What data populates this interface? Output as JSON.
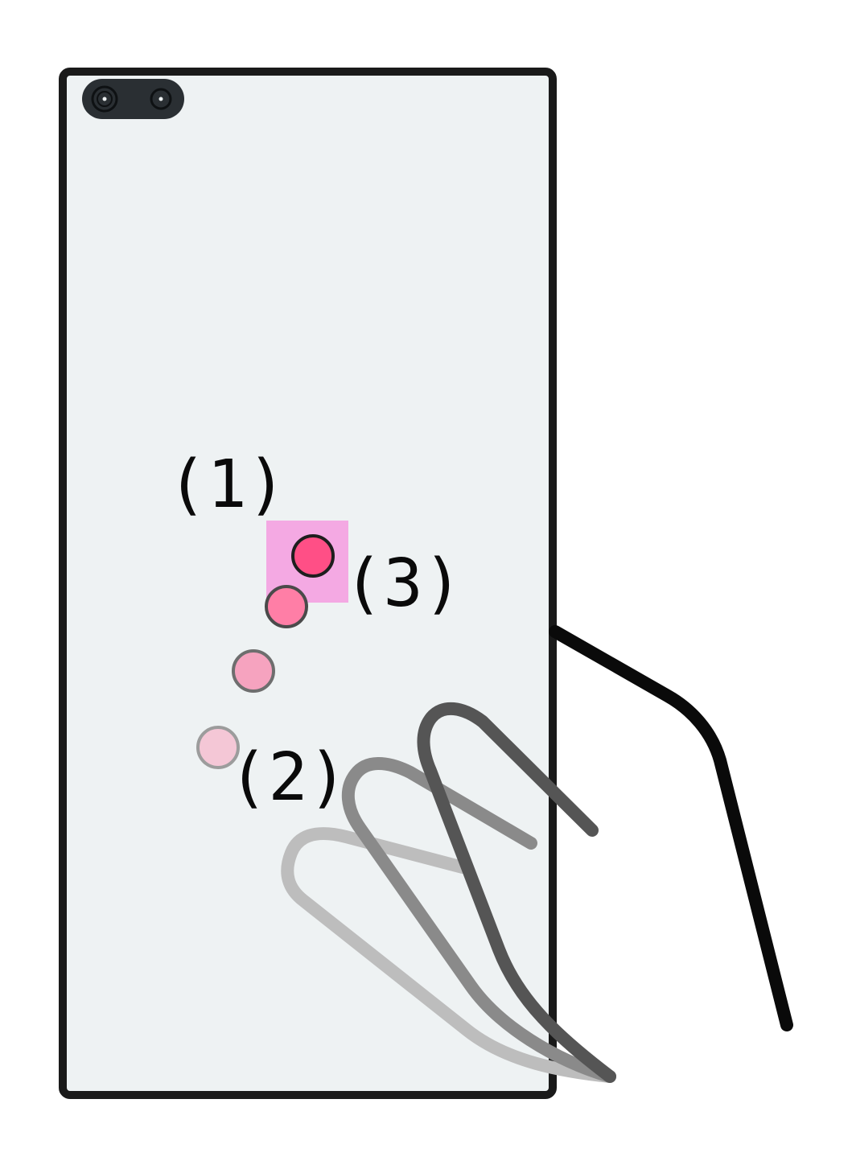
{
  "labels": {
    "step_1": "(1)",
    "step_2": "(2)",
    "step_3": "(3)"
  },
  "icons": {
    "camera_module": "dual-camera-icon",
    "hand": "hand-outline-icon",
    "finger_motion": "finger-swipe-trail-icon"
  },
  "colors": {
    "device_fill": "#eef2f3",
    "device_stroke": "#1a1a1a",
    "camera": "#2a2f33",
    "highlight_target": "#f4a9e3",
    "touch_point_latest": "#ff4f86",
    "touch_point_2": "#ff7ea6",
    "touch_point_3": "#f6a3bf",
    "touch_point_earliest": "#f4c7d6",
    "finger_latest": "#555555",
    "finger_middle": "#8a8a8a",
    "finger_earliest": "#bdbdbd",
    "hand_outline": "#0a0a0a"
  }
}
